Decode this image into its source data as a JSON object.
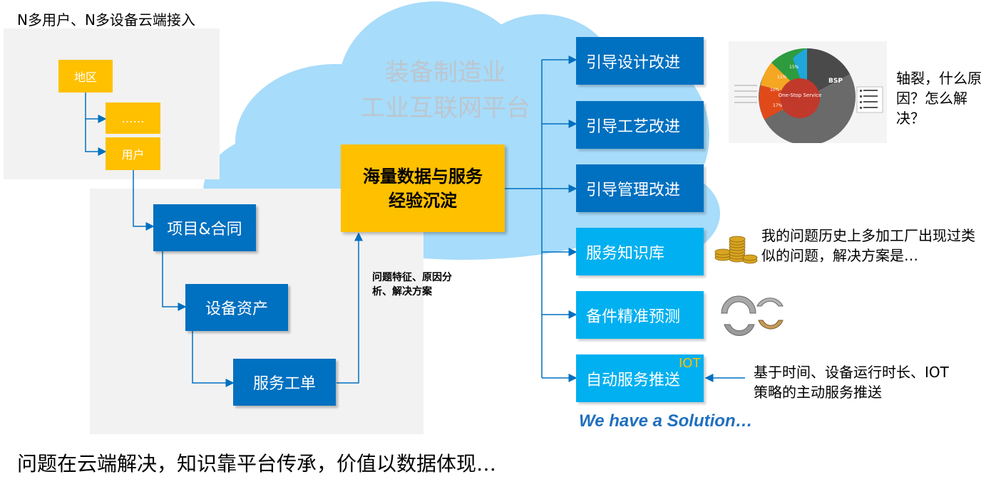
{
  "header": {
    "title": "N多用户、N多设备云端接入"
  },
  "hierarchy": {
    "region": "地区",
    "ellipsis": "……",
    "user": "用户"
  },
  "flow": {
    "project": "项目&合同",
    "asset": "设备资产",
    "work_order": "服务工单"
  },
  "cloud": {
    "title_line1": "装备制造业",
    "title_line2": "工业互联网平台",
    "center_line1": "海量数据与服务",
    "center_line2": "经验沉淀",
    "feature_note": "问题特征、原因分析、解决方案"
  },
  "outputs": [
    {
      "label": "引导设计改进"
    },
    {
      "label": "引导工艺改进"
    },
    {
      "label": "引导管理改进"
    },
    {
      "label": "服务知识库"
    },
    {
      "label": "备件精准预测"
    },
    {
      "label": "自动服务推送"
    }
  ],
  "iot_tag": "IOT",
  "side_notes": {
    "axis": "轴裂，什么原因？怎么解决？",
    "history": "我的问题历史上多加工厂出现过类似的问题，解决方案是…",
    "push": "基于时间、设备运行时长、IOT策略的主动服务推送"
  },
  "bsp_chart": {
    "center_title": "BSP",
    "center_sub": "One-Stop Service",
    "percents": [
      "15%",
      "11%",
      "10%",
      "17%"
    ]
  },
  "solution": "We have a Solution…",
  "footer": "问题在云端解决，知识靠平台传承，价值以数据体现…",
  "colors": {
    "dark_blue": "#0070c0",
    "light_blue": "#00b0f0",
    "yellow": "#ffc000",
    "cloud": "#a7dcfa"
  }
}
